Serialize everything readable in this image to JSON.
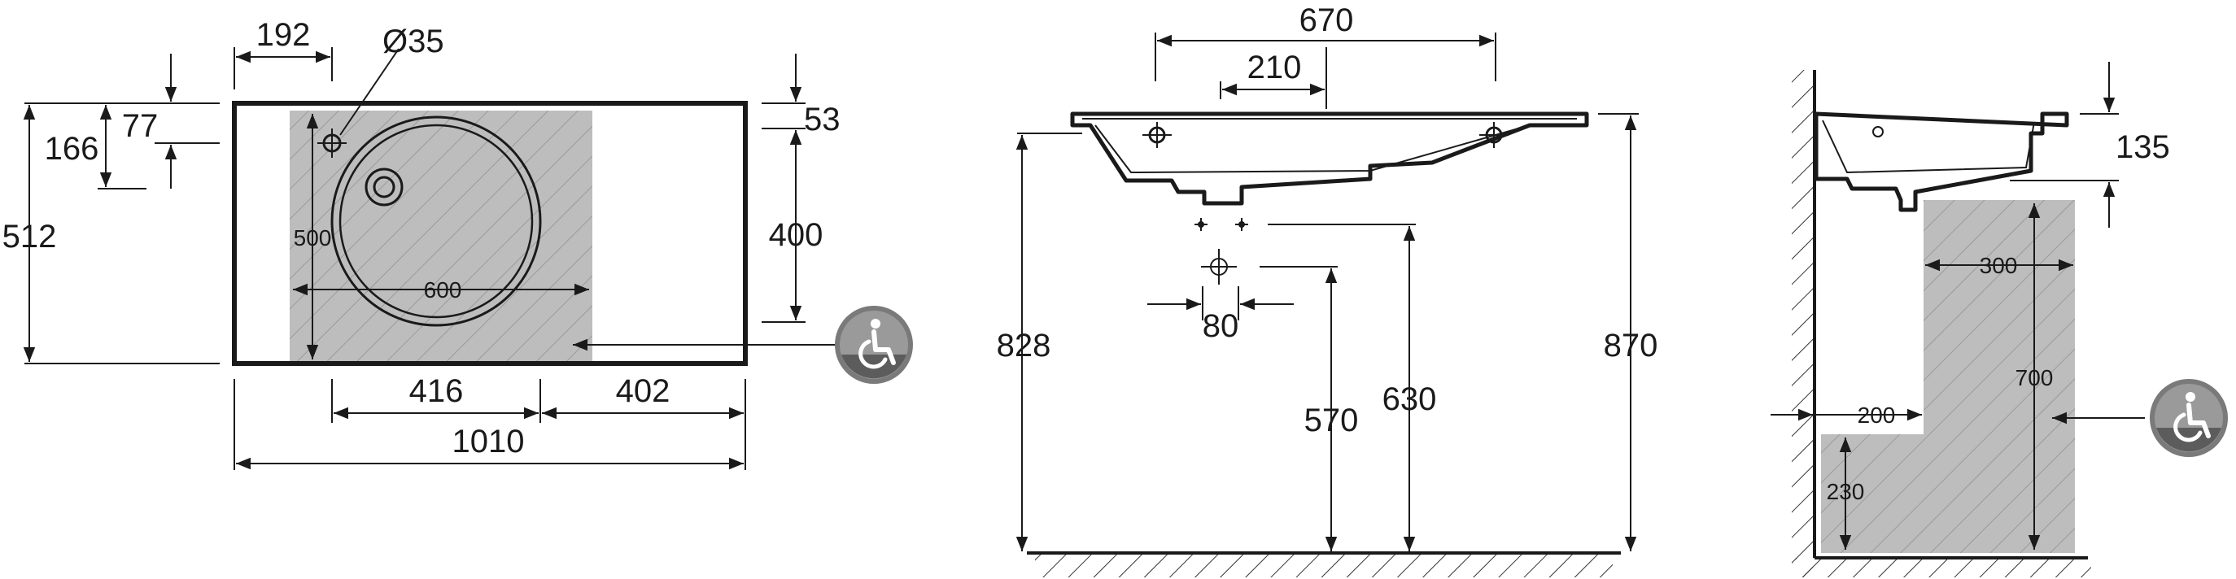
{
  "top_view": {
    "dims": {
      "offset_tap": "192",
      "tap_hole": "Ø35",
      "depth_77": "77",
      "depth_166": "166",
      "total_depth": "512",
      "inner_depth": "500",
      "bowl_width": "600",
      "edge_53": "53",
      "height_400": "400",
      "left_416": "416",
      "right_402": "402",
      "total_width": "1010"
    }
  },
  "front_view": {
    "dims": {
      "width_670": "670",
      "width_210": "210",
      "spacing_80": "80",
      "height_828": "828",
      "height_570": "570",
      "height_630": "630",
      "height_870": "870"
    }
  },
  "side_view": {
    "dims": {
      "height_135": "135",
      "depth_300": "300",
      "height_700": "700",
      "depth_200": "200",
      "height_230": "230"
    }
  },
  "icons": [
    "wheelchair-access-icon",
    "wheelchair-access-icon"
  ],
  "colors": {
    "line": "#1a1a1a",
    "hatch_fill": "#bdbdbd",
    "icon_bg": "#7a7a7a"
  }
}
